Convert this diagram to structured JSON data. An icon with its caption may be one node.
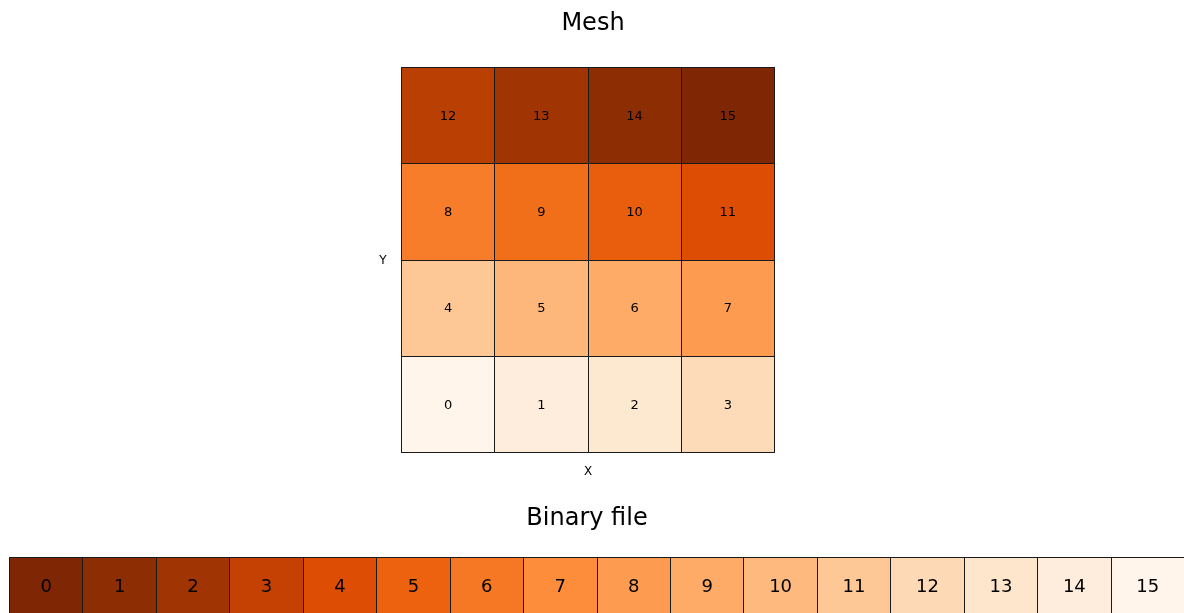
{
  "diagram": {
    "nodes": [
      {
        "text": [
          "12"
        ]
      },
      {
        "text": [
          "13"
        ]
      },
      {
        "text": [
          "14"
        ]
      },
      {
        "text": [
          "15"
        ]
      },
      {
        "text": [
          "8"
        ]
      },
      {
        "text": [
          "9"
        ]
      },
      {
        "text": [
          "10"
        ]
      },
      {
        "text": [
          "11"
        ]
      },
      {
        "text": [
          "4"
        ]
      },
      {
        "text": [
          "5"
        ]
      },
      {
        "text": [
          "6"
        ]
      },
      {
        "text": [
          "7"
        ]
      },
      {
        "text": [
          "0"
        ]
      },
      {
        "text": [
          "1"
        ]
      },
      {
        "text": [
          "2"
        ]
      },
      {
        "text": [
          "3"
        ]
      },
      {
        "text": [
          "0"
        ]
      },
      {
        "text": [
          "1"
        ]
      },
      {
        "text": [
          "2"
        ]
      },
      {
        "text": [
          "3"
        ]
      },
      {
        "text": [
          "4"
        ]
      },
      {
        "text": [
          "5"
        ]
      },
      {
        "text": [
          "6"
        ]
      },
      {
        "text": [
          "7"
        ]
      },
      {
        "text": [
          "8"
        ]
      },
      {
        "text": [
          "9"
        ]
      },
      {
        "text": [
          "10"
        ]
      },
      {
        "text": [
          "11"
        ]
      },
      {
        "text": [
          "12"
        ]
      },
      {
        "text": [
          "13"
        ]
      },
      {
        "text": [
          "14"
        ]
      },
      {
        "text": [
          "15"
        ]
      }
    ],
    "labels": [
      "Mesh",
      "Y",
      "X",
      "Binary file"
    ]
  }
}
